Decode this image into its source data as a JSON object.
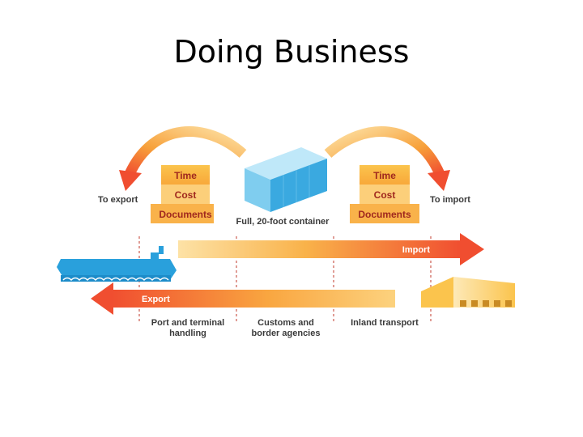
{
  "page": {
    "title": "Doing Business"
  },
  "diagram": {
    "to_export": "To export",
    "to_import": "To import",
    "left_factors": [
      "Time",
      "Cost",
      "Documents"
    ],
    "right_factors": [
      "Time",
      "Cost",
      "Documents"
    ],
    "container_label": "Full, 20-foot container",
    "import_label": "Import",
    "export_label": "Export",
    "stages": [
      {
        "line1": "Port and terminal",
        "line2": "handling"
      },
      {
        "line1": "Customs and",
        "line2": "border agencies"
      },
      {
        "line1": "Inland transport",
        "line2": ""
      }
    ],
    "colors": {
      "orange": "#f7a13a",
      "light_orange": "#fccf7a",
      "red_orange": "#f04e30",
      "blue": "#3aa9e0",
      "light_blue": "#bfe8f9",
      "ship_blue": "#29a0dc",
      "warehouse": "#fbc44d"
    }
  }
}
